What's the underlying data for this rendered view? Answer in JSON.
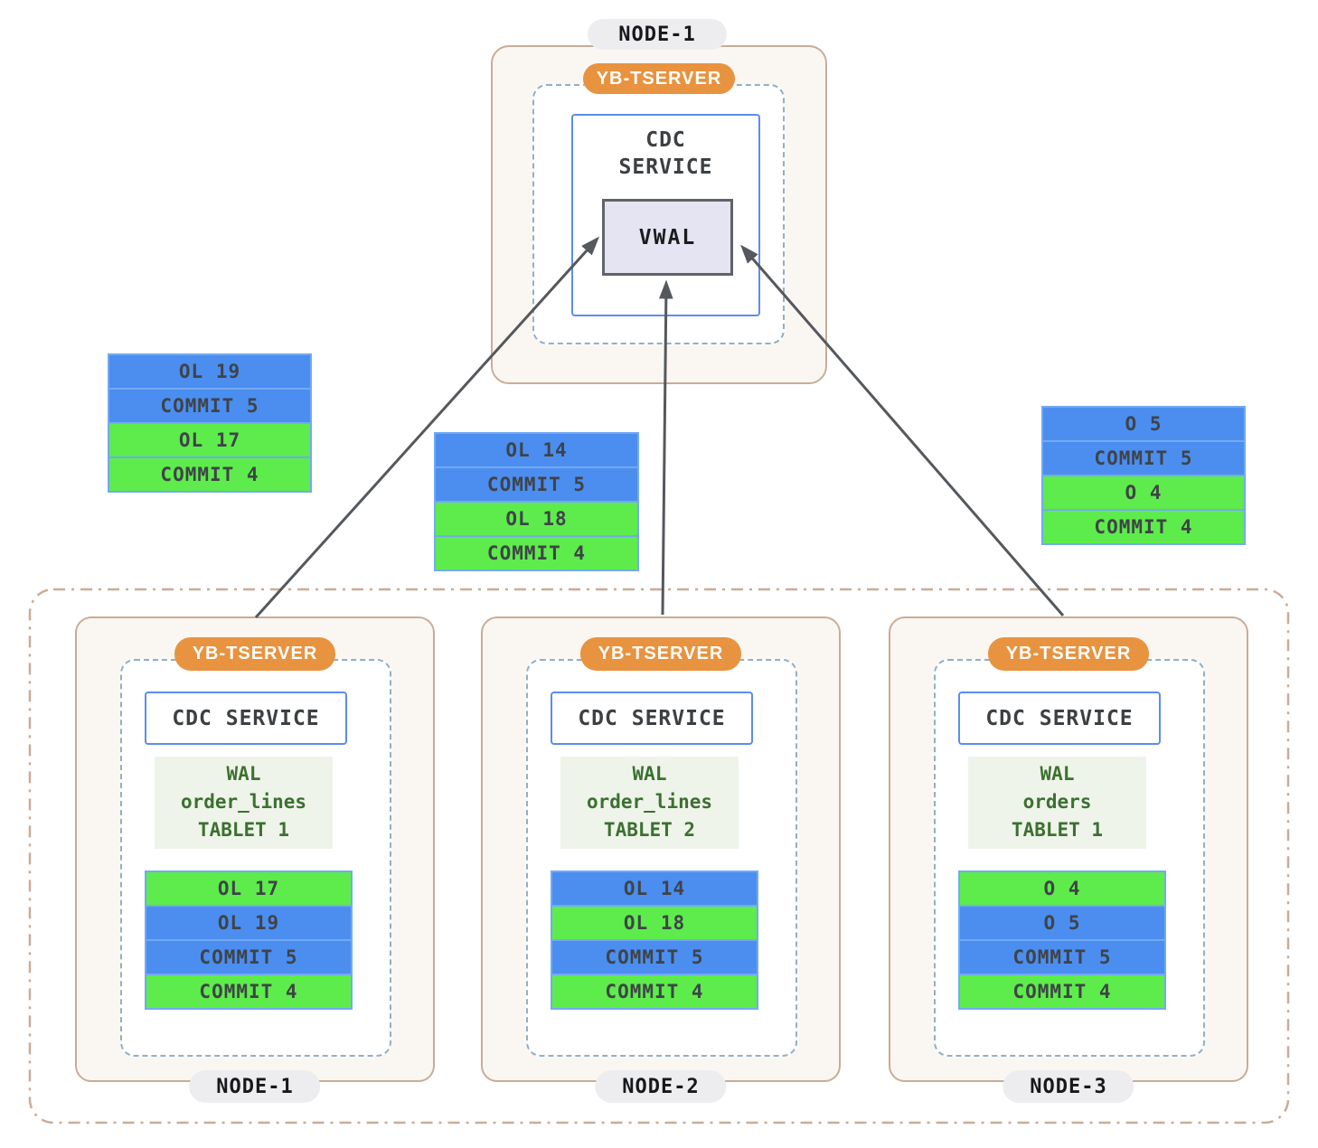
{
  "colors": {
    "row_blue": "#4B8EF0",
    "row_green": "#5DEC4B",
    "badge_orange": "#E8933F",
    "node_border_tan": "#C9AC97",
    "dashed_blue_gray": "#93AFC5",
    "arrow_gray": "#55585C",
    "vwal_lavender": "#E5E4F2",
    "wal_green_bg": "#EEF4EA",
    "wal_green_text": "#3C7030"
  },
  "top_node": {
    "label": "NODE-1",
    "badge": "YB-TSERVER",
    "cdc_line1": "CDC",
    "cdc_line2": "SERVICE",
    "vwal": "VWAL"
  },
  "floating_stacks": {
    "left": {
      "rows": [
        {
          "label": "OL 19",
          "color": "blue"
        },
        {
          "label": "COMMIT 5",
          "color": "blue"
        },
        {
          "label": "OL 17",
          "color": "green"
        },
        {
          "label": "COMMIT 4",
          "color": "green"
        }
      ]
    },
    "middle": {
      "rows": [
        {
          "label": "OL 14",
          "color": "blue"
        },
        {
          "label": "COMMIT 5",
          "color": "blue"
        },
        {
          "label": "OL 18",
          "color": "green"
        },
        {
          "label": "COMMIT 4",
          "color": "green"
        }
      ]
    },
    "right": {
      "rows": [
        {
          "label": "O 5",
          "color": "blue"
        },
        {
          "label": "COMMIT 5",
          "color": "blue"
        },
        {
          "label": "O 4",
          "color": "green"
        },
        {
          "label": "COMMIT 4",
          "color": "green"
        }
      ]
    }
  },
  "cluster": {
    "nodes": [
      {
        "label": "NODE-1",
        "badge": "YB-TSERVER",
        "cdc": "CDC SERVICE",
        "wal": [
          "WAL",
          "order_lines",
          "TABLET 1"
        ],
        "rows": [
          {
            "label": "OL 17",
            "color": "green"
          },
          {
            "label": "OL 19",
            "color": "blue"
          },
          {
            "label": "COMMIT 5",
            "color": "blue"
          },
          {
            "label": "COMMIT 4",
            "color": "green"
          }
        ]
      },
      {
        "label": "NODE-2",
        "badge": "YB-TSERVER",
        "cdc": "CDC SERVICE",
        "wal": [
          "WAL",
          "order_lines",
          "TABLET 2"
        ],
        "rows": [
          {
            "label": "OL 14",
            "color": "blue"
          },
          {
            "label": "OL 18",
            "color": "green"
          },
          {
            "label": "COMMIT 5",
            "color": "blue"
          },
          {
            "label": "COMMIT 4",
            "color": "green"
          }
        ]
      },
      {
        "label": "NODE-3",
        "badge": "YB-TSERVER",
        "cdc": "CDC SERVICE",
        "wal": [
          "WAL",
          "orders",
          "TABLET 1"
        ],
        "rows": [
          {
            "label": "O 4",
            "color": "green"
          },
          {
            "label": "O 5",
            "color": "blue"
          },
          {
            "label": "COMMIT 5",
            "color": "blue"
          },
          {
            "label": "COMMIT 4",
            "color": "green"
          }
        ]
      }
    ]
  }
}
